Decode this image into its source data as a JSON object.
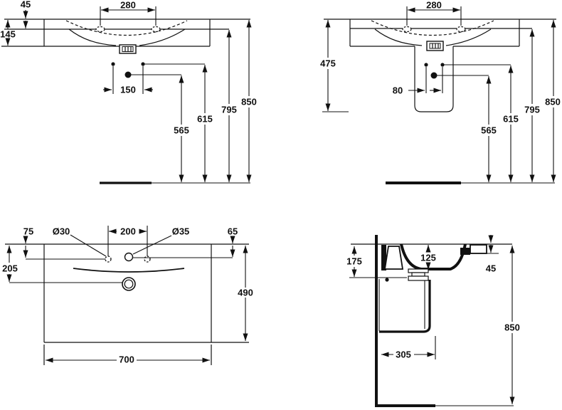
{
  "colors": {
    "ink": "#111111",
    "paper": "#ffffff"
  },
  "views": {
    "front": {
      "dims": {
        "rim_thickness": "45",
        "tap_hole_centres": "280",
        "front_edge_height": "145",
        "fixing_hole_centres": "150",
        "waste_outlet_height": "565",
        "fixing_hole_height": "615",
        "underside_height": "795",
        "rim_height": "850"
      }
    },
    "front_pedestal": {
      "dims": {
        "tap_hole_centres": "280",
        "pedestal_drop": "475",
        "fixing_hole_centres": "80",
        "waste_outlet_height": "565",
        "fixing_hole_height": "615",
        "underside_height": "795",
        "rim_height": "850"
      }
    },
    "plan": {
      "dims": {
        "back_to_side_holes": "75",
        "side_hole_diameter": "Ø30",
        "side_hole_centres": "200",
        "centre_hole_diameter": "Ø35",
        "back_to_centre_hole": "65",
        "back_to_waste_centre": "205",
        "overall_depth": "490",
        "overall_width": "700"
      }
    },
    "section": {
      "dims": {
        "back_apron_height": "175",
        "bowl_depth": "125",
        "front_rim_thickness": "45",
        "pedestal_depth": "305",
        "rim_height": "850"
      }
    }
  }
}
